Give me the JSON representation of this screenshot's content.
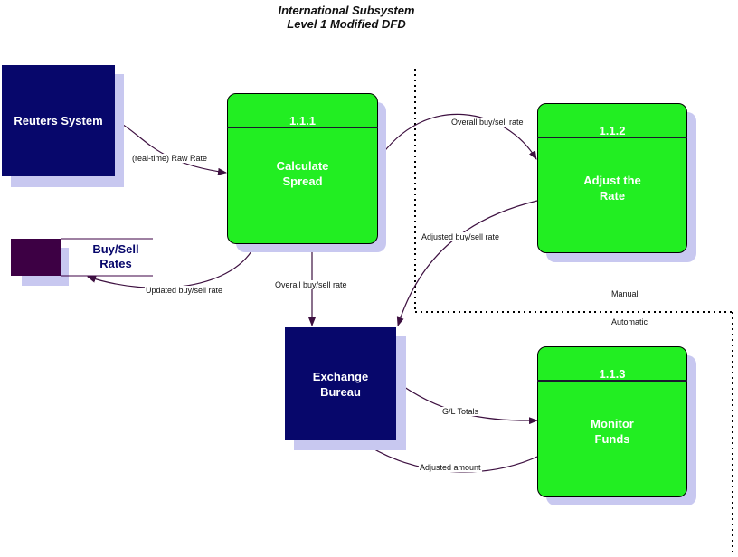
{
  "title": {
    "line1": "International Subsystem",
    "line2": "Level 1  Modified DFD"
  },
  "entities": {
    "reuters": "Reuters System",
    "exchange": "Exchange Bureau"
  },
  "processes": [
    {
      "id": "1.1.1",
      "name_line1": "Calculate",
      "name_line2": "Spread"
    },
    {
      "id": "1.1.2",
      "name_line1": "Adjust the",
      "name_line2": "Rate"
    },
    {
      "id": "1.1.3",
      "name_line1": "Monitor",
      "name_line2": "Funds"
    }
  ],
  "data_store": {
    "line1": "Buy/Sell",
    "line2": "Rates"
  },
  "flows": {
    "raw_rate": "(real-time) Raw Rate",
    "overall_top": "Overall buy/sell rate",
    "adjusted_rate": "Adjusted buy/sell rate",
    "updated_rate": "Updated buy/sell rate",
    "overall_down": "Overall buy/sell rate",
    "gl_totals": "G/L Totals",
    "adjusted_amount": "Adjusted amount"
  },
  "zones": {
    "manual": "Manual",
    "automatic": "Automatic"
  },
  "colors": {
    "entity": "#07076b",
    "process": "#22ee22",
    "shadow": "#c8c8f0",
    "store": "#3d0044",
    "arrow": "#3d1040"
  }
}
